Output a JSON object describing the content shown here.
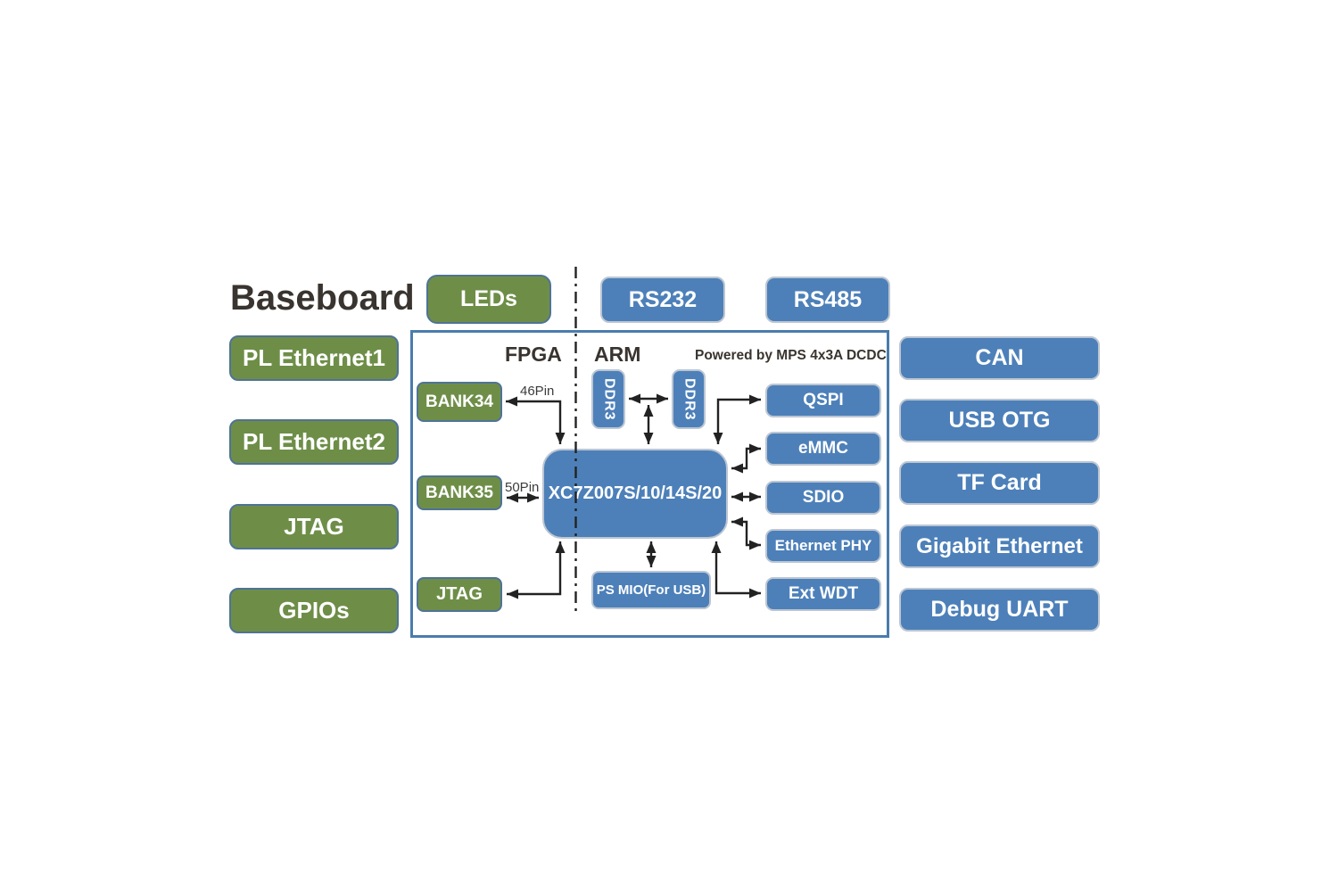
{
  "title": "Baseboard",
  "colors": {
    "block_green": "#6E8E48",
    "block_blue": "#4D80B9",
    "green_border": "#4F7396",
    "blue_border": "#BCC6D2",
    "som_border": "#4A7CAD",
    "text_dark": "#39342F",
    "arrow": "#222222"
  },
  "top": {
    "leds_label": "LEDs",
    "rs232_label": "RS232",
    "rs485_label": "RS485"
  },
  "left_column": {
    "items": [
      {
        "label": "PL Ethernet1"
      },
      {
        "label": "PL Ethernet2"
      },
      {
        "label": "JTAG"
      },
      {
        "label": "GPIOs"
      }
    ]
  },
  "right_column": {
    "items": [
      {
        "label": "CAN"
      },
      {
        "label": "USB OTG"
      },
      {
        "label": "TF Card"
      },
      {
        "label": "Gigabit Ethernet"
      },
      {
        "label": "Debug UART"
      }
    ]
  },
  "som": {
    "fpga_label": "FPGA",
    "arm_label": "ARM",
    "power_note": "Powered by MPS 4x3A DCDC",
    "bank34_label": "BANK34",
    "bank35_label": "BANK35",
    "jtag_label": "JTAG",
    "ddr3_left_label": "DDR3",
    "ddr3_right_label": "DDR3",
    "chip_label": "XC7Z007S/10/14S/20",
    "ps_mio_label": "PS MIO(For USB)",
    "pin46_label": "46Pin",
    "pin50_label": "50Pin",
    "peripherals": [
      {
        "label": "QSPI"
      },
      {
        "label": "eMMC"
      },
      {
        "label": "SDIO"
      },
      {
        "label": "Ethernet PHY"
      },
      {
        "label": "Ext WDT"
      }
    ]
  }
}
